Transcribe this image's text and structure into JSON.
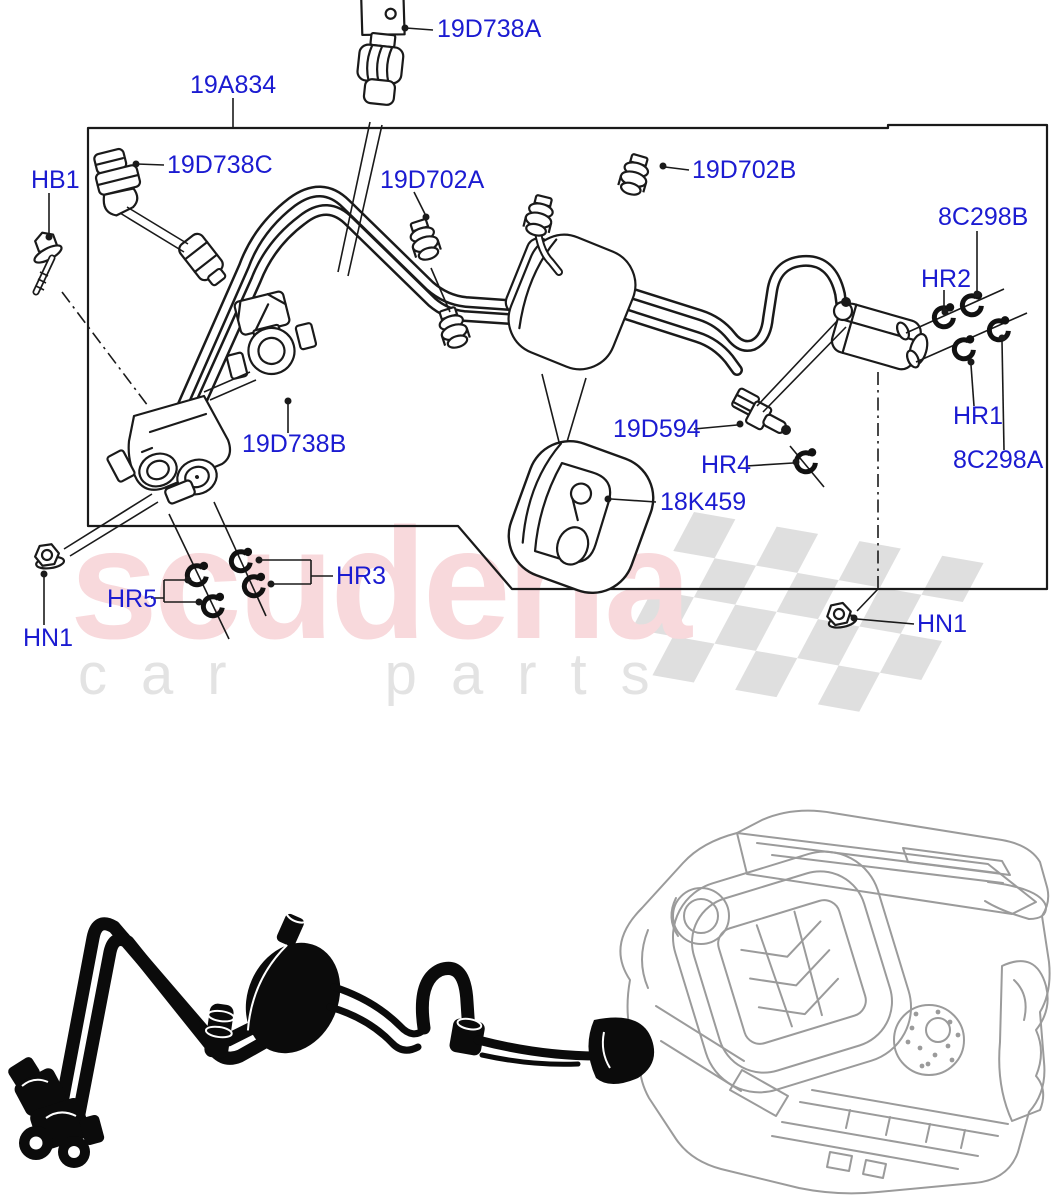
{
  "watermark": {
    "brand": "scuderia",
    "tagline": "car parts",
    "brand_color": "#f8d9dc",
    "tagline_color": "#e3e3e3",
    "flag_color": "#dcdcdc"
  },
  "diagram": {
    "label_color": "#1b1bd1",
    "line_color": "#1a1a1a",
    "labels": [
      {
        "id": "19D738A",
        "text": "19D738A"
      },
      {
        "id": "19A834",
        "text": "19A834"
      },
      {
        "id": "HB1",
        "text": "HB1"
      },
      {
        "id": "19D738C",
        "text": "19D738C"
      },
      {
        "id": "19D702A",
        "text": "19D702A"
      },
      {
        "id": "19D702B",
        "text": "19D702B"
      },
      {
        "id": "8C298B",
        "text": "8C298B"
      },
      {
        "id": "HR2",
        "text": "HR2"
      },
      {
        "id": "HR1",
        "text": "HR1"
      },
      {
        "id": "8C298A",
        "text": "8C298A"
      },
      {
        "id": "19D594",
        "text": "19D594"
      },
      {
        "id": "HR4",
        "text": "HR4"
      },
      {
        "id": "18K459",
        "text": "18K459"
      },
      {
        "id": "19D738B",
        "text": "19D738B"
      },
      {
        "id": "HR5",
        "text": "HR5"
      },
      {
        "id": "HR3",
        "text": "HR3"
      },
      {
        "id": "HN1_left",
        "text": "HN1"
      },
      {
        "id": "HN1_right",
        "text": "HN1"
      }
    ]
  }
}
